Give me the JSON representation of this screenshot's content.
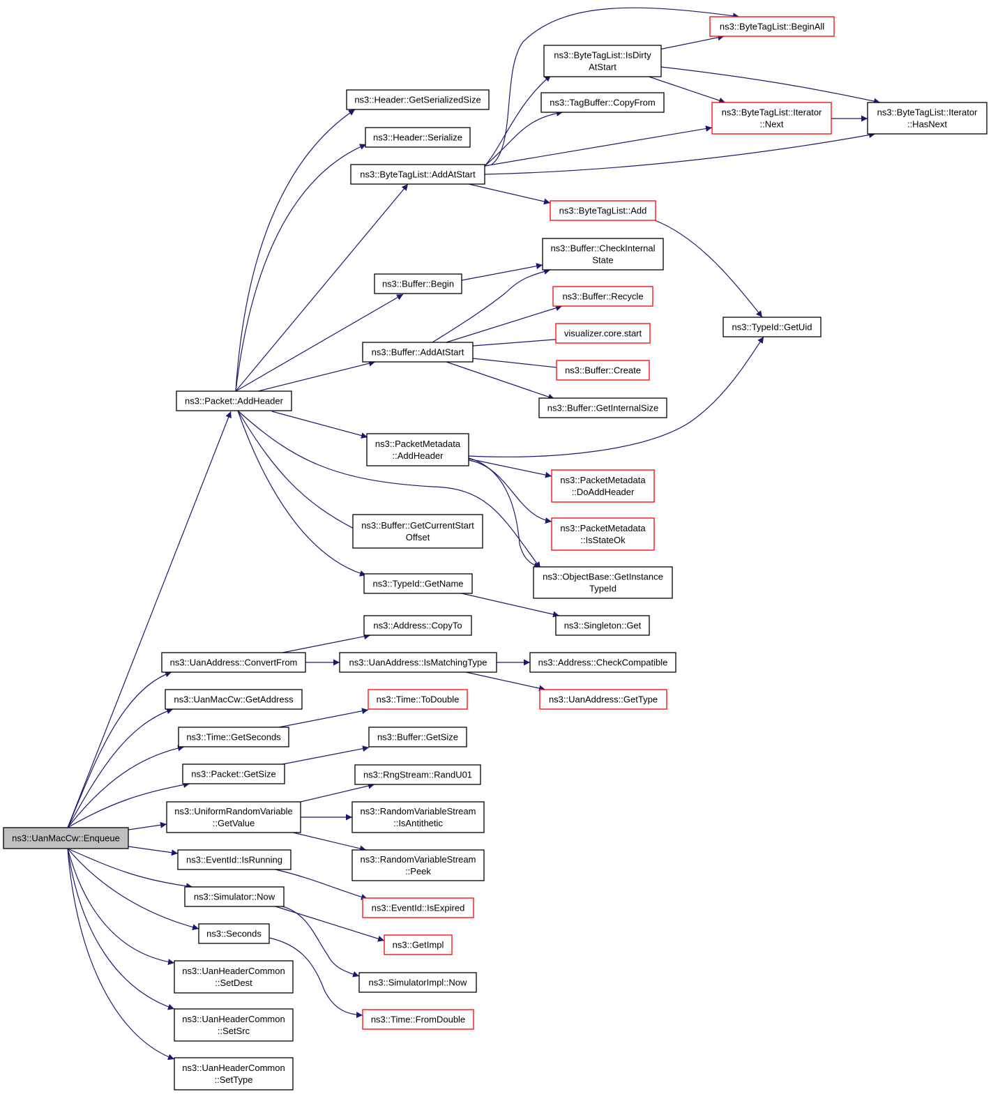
{
  "colors": {
    "edge": "#191970",
    "node_border": "#000000",
    "node_border_truncated": "#ff0000",
    "node_fill": "#ffffff",
    "root_fill": "#bfbfbf"
  },
  "nodes": [
    {
      "id": "enqueue",
      "lines": [
        "ns3::UanMacCw::Enqueue"
      ],
      "style": "root"
    },
    {
      "id": "addheader",
      "lines": [
        "ns3::Packet::AddHeader"
      ],
      "style": "normal"
    },
    {
      "id": "convertfrom",
      "lines": [
        "ns3::UanAddress::ConvertFrom"
      ],
      "style": "normal"
    },
    {
      "id": "getaddress",
      "lines": [
        "ns3::UanMacCw::GetAddress"
      ],
      "style": "normal"
    },
    {
      "id": "getseconds",
      "lines": [
        "ns3::Time::GetSeconds"
      ],
      "style": "normal"
    },
    {
      "id": "pkt_getsize",
      "lines": [
        "ns3::Packet::GetSize"
      ],
      "style": "normal"
    },
    {
      "id": "urv_getvalue",
      "lines": [
        "ns3::UniformRandomVariable",
        "::GetValue"
      ],
      "style": "normal"
    },
    {
      "id": "isrunning",
      "lines": [
        "ns3::EventId::IsRunning"
      ],
      "style": "normal"
    },
    {
      "id": "sim_now",
      "lines": [
        "ns3::Simulator::Now"
      ],
      "style": "normal"
    },
    {
      "id": "seconds",
      "lines": [
        "ns3::Seconds"
      ],
      "style": "normal"
    },
    {
      "id": "setdest",
      "lines": [
        "ns3::UanHeaderCommon",
        "::SetDest"
      ],
      "style": "normal"
    },
    {
      "id": "setsrc",
      "lines": [
        "ns3::UanHeaderCommon",
        "::SetSrc"
      ],
      "style": "normal"
    },
    {
      "id": "settype",
      "lines": [
        "ns3::UanHeaderCommon",
        "::SetType"
      ],
      "style": "normal"
    },
    {
      "id": "hdr_getsersize",
      "lines": [
        "ns3::Header::GetSerializedSize"
      ],
      "style": "normal"
    },
    {
      "id": "hdr_serialize",
      "lines": [
        "ns3::Header::Serialize"
      ],
      "style": "normal"
    },
    {
      "id": "btl_addatstart",
      "lines": [
        "ns3::ByteTagList::AddAtStart"
      ],
      "style": "normal"
    },
    {
      "id": "buf_begin",
      "lines": [
        "ns3::Buffer::Begin"
      ],
      "style": "normal"
    },
    {
      "id": "buf_addatstart",
      "lines": [
        "ns3::Buffer::AddAtStart"
      ],
      "style": "normal"
    },
    {
      "id": "pm_addheader",
      "lines": [
        "ns3::PacketMetadata",
        "::AddHeader"
      ],
      "style": "normal"
    },
    {
      "id": "buf_getcurstart",
      "lines": [
        "ns3::Buffer::GetCurrentStart",
        "Offset"
      ],
      "style": "normal"
    },
    {
      "id": "tid_getname",
      "lines": [
        "ns3::TypeId::GetName"
      ],
      "style": "normal"
    },
    {
      "id": "addr_copyto",
      "lines": [
        "ns3::Address::CopyTo"
      ],
      "style": "normal"
    },
    {
      "id": "ua_ismatching",
      "lines": [
        "ns3::UanAddress::IsMatchingType"
      ],
      "style": "normal"
    },
    {
      "id": "time_todouble",
      "lines": [
        "ns3::Time::ToDouble"
      ],
      "style": "truncated"
    },
    {
      "id": "buf_getsize",
      "lines": [
        "ns3::Buffer::GetSize"
      ],
      "style": "normal"
    },
    {
      "id": "rng_randu01",
      "lines": [
        "ns3::RngStream::RandU01"
      ],
      "style": "normal"
    },
    {
      "id": "rvs_isantithetic",
      "lines": [
        "ns3::RandomVariableStream",
        "::IsAntithetic"
      ],
      "style": "normal"
    },
    {
      "id": "rvs_peek",
      "lines": [
        "ns3::RandomVariableStream",
        "::Peek"
      ],
      "style": "normal"
    },
    {
      "id": "ev_isexpired",
      "lines": [
        "ns3::EventId::IsExpired"
      ],
      "style": "truncated"
    },
    {
      "id": "getimpl",
      "lines": [
        "ns3::GetImpl"
      ],
      "style": "truncated"
    },
    {
      "id": "simimpl_now",
      "lines": [
        "ns3::SimulatorImpl::Now"
      ],
      "style": "normal"
    },
    {
      "id": "time_fromdouble",
      "lines": [
        "ns3::Time::FromDouble"
      ],
      "style": "truncated"
    },
    {
      "id": "btl_isdirty",
      "lines": [
        "ns3::ByteTagList::IsDirty",
        "AtStart"
      ],
      "style": "normal"
    },
    {
      "id": "tagbuf_copyfrom",
      "lines": [
        "ns3::TagBuffer::CopyFrom"
      ],
      "style": "normal"
    },
    {
      "id": "btl_add",
      "lines": [
        "ns3::ByteTagList::Add"
      ],
      "style": "truncated"
    },
    {
      "id": "buf_checkinternal",
      "lines": [
        "ns3::Buffer::CheckInternal",
        "State"
      ],
      "style": "normal"
    },
    {
      "id": "buf_recycle",
      "lines": [
        "ns3::Buffer::Recycle"
      ],
      "style": "truncated"
    },
    {
      "id": "viz_start",
      "lines": [
        "visualizer.core.start"
      ],
      "style": "truncated"
    },
    {
      "id": "buf_create",
      "lines": [
        "ns3::Buffer::Create"
      ],
      "style": "truncated"
    },
    {
      "id": "buf_getinternalsize",
      "lines": [
        "ns3::Buffer::GetInternalSize"
      ],
      "style": "normal"
    },
    {
      "id": "pm_doaddheader",
      "lines": [
        "ns3::PacketMetadata",
        "::DoAddHeader"
      ],
      "style": "truncated"
    },
    {
      "id": "pm_isstateok",
      "lines": [
        "ns3::PacketMetadata",
        "::IsStateOk"
      ],
      "style": "truncated"
    },
    {
      "id": "ob_getinstancetid",
      "lines": [
        "ns3::ObjectBase::GetInstance",
        "TypeId"
      ],
      "style": "normal"
    },
    {
      "id": "singleton_get",
      "lines": [
        "ns3::Singleton::Get"
      ],
      "style": "normal"
    },
    {
      "id": "addr_checkcompat",
      "lines": [
        "ns3::Address::CheckCompatible"
      ],
      "style": "normal"
    },
    {
      "id": "ua_gettype",
      "lines": [
        "ns3::UanAddress::GetType"
      ],
      "style": "truncated"
    },
    {
      "id": "btl_beginall",
      "lines": [
        "ns3::ByteTagList::BeginAll"
      ],
      "style": "truncated"
    },
    {
      "id": "btl_iter_next",
      "lines": [
        "ns3::ByteTagList::Iterator",
        "::Next"
      ],
      "style": "truncated"
    },
    {
      "id": "btl_iter_hasnext",
      "lines": [
        "ns3::ByteTagList::Iterator",
        "::HasNext"
      ],
      "style": "normal"
    },
    {
      "id": "tid_getuid",
      "lines": [
        "ns3::TypeId::GetUid"
      ],
      "style": "normal"
    }
  ],
  "edges": [
    [
      "enqueue",
      "addheader"
    ],
    [
      "enqueue",
      "convertfrom"
    ],
    [
      "enqueue",
      "getaddress"
    ],
    [
      "enqueue",
      "getseconds"
    ],
    [
      "enqueue",
      "pkt_getsize"
    ],
    [
      "enqueue",
      "urv_getvalue"
    ],
    [
      "enqueue",
      "isrunning"
    ],
    [
      "enqueue",
      "sim_now"
    ],
    [
      "enqueue",
      "seconds"
    ],
    [
      "enqueue",
      "setdest"
    ],
    [
      "enqueue",
      "setsrc"
    ],
    [
      "enqueue",
      "settype"
    ],
    [
      "addheader",
      "hdr_getsersize"
    ],
    [
      "addheader",
      "hdr_serialize"
    ],
    [
      "addheader",
      "btl_addatstart"
    ],
    [
      "addheader",
      "buf_begin"
    ],
    [
      "addheader",
      "buf_addatstart"
    ],
    [
      "addheader",
      "pm_addheader"
    ],
    [
      "addheader",
      "buf_getcurstart"
    ],
    [
      "addheader",
      "tid_getname"
    ],
    [
      "addheader",
      "ob_getinstancetid"
    ],
    [
      "btl_addatstart",
      "btl_beginall"
    ],
    [
      "btl_addatstart",
      "btl_isdirty"
    ],
    [
      "btl_addatstart",
      "tagbuf_copyfrom"
    ],
    [
      "btl_addatstart",
      "btl_iter_next"
    ],
    [
      "btl_addatstart",
      "btl_iter_hasnext"
    ],
    [
      "btl_addatstart",
      "btl_add"
    ],
    [
      "btl_isdirty",
      "btl_beginall"
    ],
    [
      "btl_isdirty",
      "btl_iter_next"
    ],
    [
      "btl_isdirty",
      "btl_iter_hasnext"
    ],
    [
      "btl_iter_next",
      "btl_iter_hasnext"
    ],
    [
      "btl_add",
      "tid_getuid"
    ],
    [
      "buf_begin",
      "buf_checkinternal"
    ],
    [
      "buf_addatstart",
      "buf_checkinternal"
    ],
    [
      "buf_addatstart",
      "buf_recycle"
    ],
    [
      "buf_addatstart",
      "viz_start"
    ],
    [
      "buf_addatstart",
      "buf_create"
    ],
    [
      "buf_addatstart",
      "buf_getinternalsize"
    ],
    [
      "pm_addheader",
      "tid_getuid"
    ],
    [
      "pm_addheader",
      "pm_doaddheader"
    ],
    [
      "pm_addheader",
      "pm_isstateok"
    ],
    [
      "pm_addheader",
      "ob_getinstancetid"
    ],
    [
      "tid_getname",
      "singleton_get"
    ],
    [
      "convertfrom",
      "addr_copyto"
    ],
    [
      "convertfrom",
      "ua_ismatching"
    ],
    [
      "ua_ismatching",
      "addr_checkcompat"
    ],
    [
      "ua_ismatching",
      "ua_gettype"
    ],
    [
      "getseconds",
      "time_todouble"
    ],
    [
      "pkt_getsize",
      "buf_getsize"
    ],
    [
      "urv_getvalue",
      "rng_randu01"
    ],
    [
      "urv_getvalue",
      "rvs_isantithetic"
    ],
    [
      "urv_getvalue",
      "rvs_peek"
    ],
    [
      "isrunning",
      "ev_isexpired"
    ],
    [
      "sim_now",
      "getimpl"
    ],
    [
      "sim_now",
      "simimpl_now"
    ],
    [
      "seconds",
      "time_fromdouble"
    ]
  ]
}
